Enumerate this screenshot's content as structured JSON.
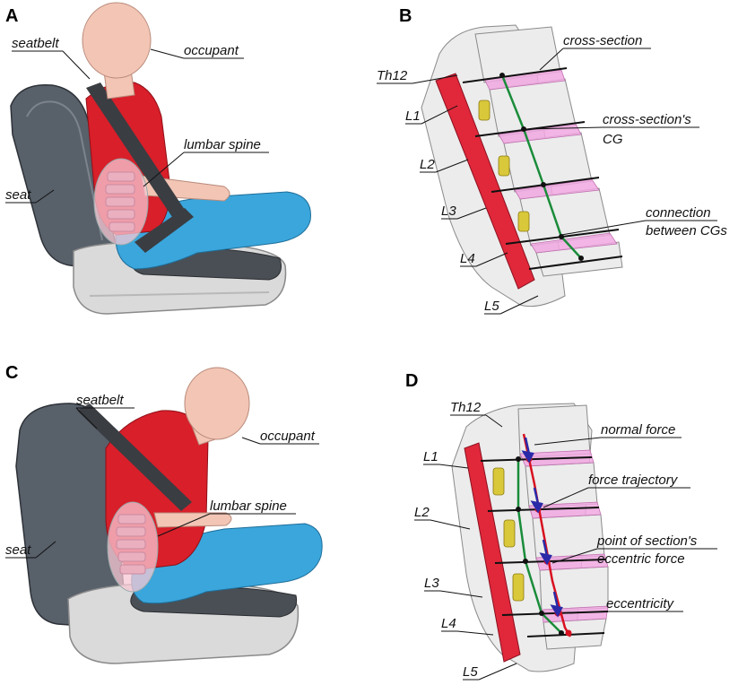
{
  "panels": {
    "a": {
      "letter": "A",
      "labels": {
        "seatbelt": "seatbelt",
        "occupant": "occupant",
        "lumbar_spine": "lumbar spine",
        "seat": "seat"
      }
    },
    "b": {
      "letter": "B",
      "labels": {
        "th12": "Th12",
        "l1": "L1",
        "l2": "L2",
        "l3": "L3",
        "l4": "L4",
        "l5": "L5",
        "cross_section": "cross-section",
        "cg_line1": "cross-section's",
        "cg_line2": "CG",
        "conn_line1": "connection",
        "conn_line2": "between CGs"
      }
    },
    "c": {
      "letter": "C",
      "labels": {
        "seatbelt": "seatbelt",
        "occupant": "occupant",
        "lumbar_spine": "lumbar spine",
        "seat": "seat"
      }
    },
    "d": {
      "letter": "D",
      "labels": {
        "th12": "Th12",
        "l1": "L1",
        "l2": "L2",
        "l3": "L3",
        "l4": "L4",
        "l5": "L5",
        "normal_force": "normal force",
        "force_trajectory": "force trajectory",
        "point_line1": "point of section's",
        "point_line2": "eccentric force",
        "eccentricity": "eccentricity"
      }
    }
  },
  "colors": {
    "skin": "#f2c5b5",
    "shirt": "#d81f2a",
    "pants": "#3aa6dc",
    "seat_dark": "#555a60",
    "seat_light": "#dedede",
    "bone": "#ececec",
    "ligament": "#e0283a",
    "disc": "#f0a8e0",
    "facet": "#d9c83a",
    "cg_line": "#1a8c3a",
    "trajectory": "#d81020",
    "force_arrow": "#2a2aa8"
  }
}
